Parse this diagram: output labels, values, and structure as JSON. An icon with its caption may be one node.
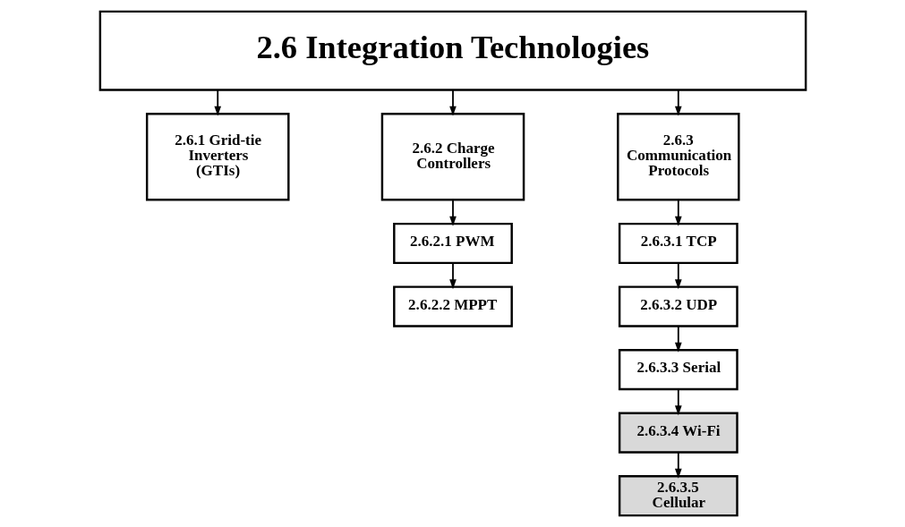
{
  "diagram": {
    "nodes": [
      {
        "text": [
          "2.6 Integration Technologies"
        ]
      },
      {
        "text": [
          "2.6.1 Grid-tie Inverters (GTIs)"
        ]
      },
      {
        "text": [
          "2.6.2 Charge Controllers"
        ]
      },
      {
        "text": [
          "2.6.2.1 PWM"
        ]
      },
      {
        "text": [
          "2.6.2.2 MPPT"
        ]
      },
      {
        "text": [
          "2.6.3 Communication Protocols"
        ]
      },
      {
        "text": [
          "2.6.3.1 TCP"
        ]
      },
      {
        "text": [
          "2.6.3.2 UDP"
        ]
      },
      {
        "text": [
          "2.6.3.3 Serial"
        ]
      },
      {
        "text": [
          "2.6.3.4 Wi-Fi"
        ]
      },
      {
        "text": [
          "2.6.3.5 Cellular"
        ]
      }
    ],
    "edges": [
      {
        "from": 0,
        "to": 1,
        "arrow": "to"
      },
      {
        "from": 0,
        "to": 2,
        "arrow": "to"
      },
      {
        "from": 0,
        "to": 5,
        "arrow": "to"
      },
      {
        "from": 2,
        "to": 3,
        "arrow": "to"
      },
      {
        "from": 3,
        "to": 4,
        "arrow": "to"
      },
      {
        "from": 5,
        "to": 6,
        "arrow": "to"
      },
      {
        "from": 6,
        "to": 7,
        "arrow": "to"
      },
      {
        "from": 7,
        "to": 8,
        "arrow": "to"
      },
      {
        "from": 8,
        "to": 9,
        "arrow": "to"
      },
      {
        "from": 9,
        "to": 10,
        "arrow": "to"
      }
    ]
  }
}
